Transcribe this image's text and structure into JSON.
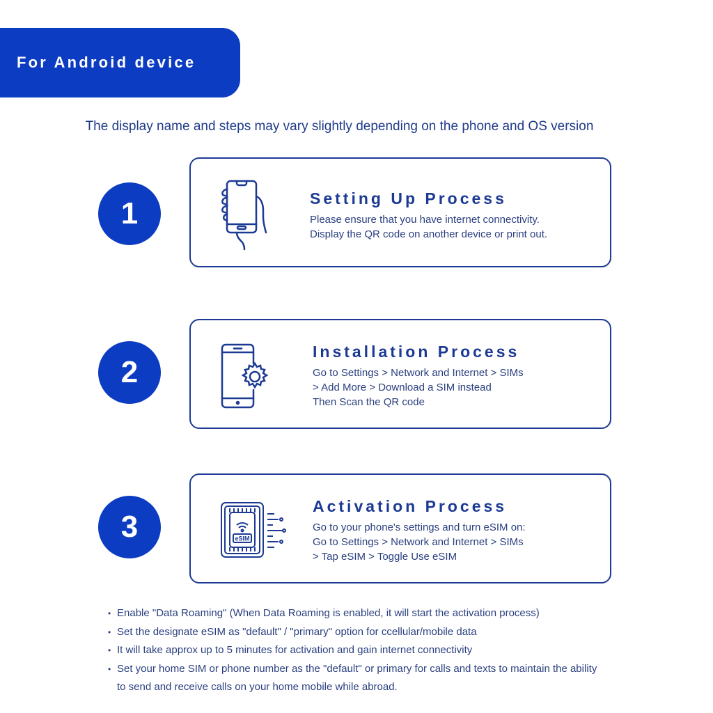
{
  "header": {
    "title": "For Android device"
  },
  "subtitle": "The display name and steps may vary slightly depending on the phone and OS version",
  "steps": [
    {
      "number": "1",
      "title": "Setting Up Process",
      "icon": "hand-holding-phone-icon",
      "lines": [
        "Please ensure that you have internet connectivity.",
        "Display the QR code on another device or print out."
      ]
    },
    {
      "number": "2",
      "title": "Installation Process",
      "icon": "phone-settings-gear-icon",
      "lines": [
        "Go to Settings > Network and Internet > SIMs",
        "> Add More > Download a SIM instead",
        "Then Scan the QR code"
      ]
    },
    {
      "number": "3",
      "title": "Activation Process",
      "icon": "esim-chip-icon",
      "icon_label": "eSIM",
      "lines": [
        "Go to your phone's settings and turn eSIM on:",
        "Go to Settings > Network and Internet > SIMs",
        "> Tap eSIM > Toggle Use eSIM"
      ]
    }
  ],
  "notes": [
    "Enable \"Data Roaming\" (When Data Roaming is enabled, it will start the activation process)",
    "Set the designate eSIM as \"default\" / \"primary\" option for ccellular/mobile data",
    "It will take approx up to 5 minutes for activation and gain internet connectivity",
    "Set your home SIM or phone number as the \"default\" or primary for calls and texts to maintain the ability to send and receive calls on your home mobile while abroad."
  ],
  "colors": {
    "primary": "#0b3cc1",
    "navy": "#1c3a94"
  }
}
